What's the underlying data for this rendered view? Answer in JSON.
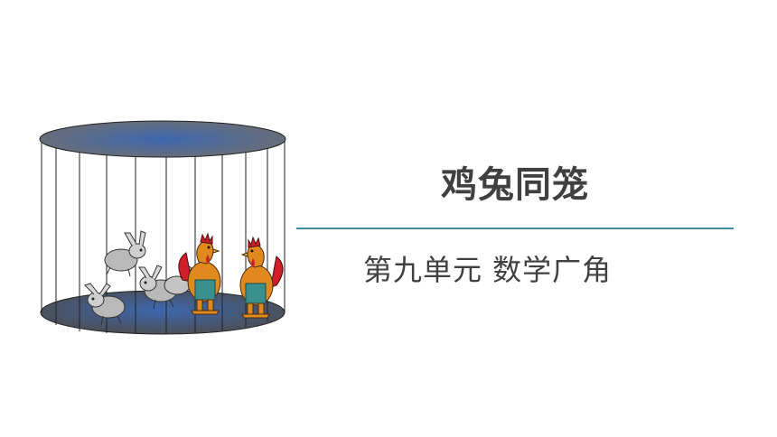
{
  "slide": {
    "title": "鸡兔同笼",
    "subtitle": "第九单元  数学广角",
    "rule_color": "#3f8fa8",
    "text_color": "#404040"
  },
  "illustration": {
    "subject": "cage-with-chickens-and-rabbits",
    "rabbit_count": 4,
    "chicken_count": 2,
    "cage_fill_color": "#3d67b0"
  }
}
